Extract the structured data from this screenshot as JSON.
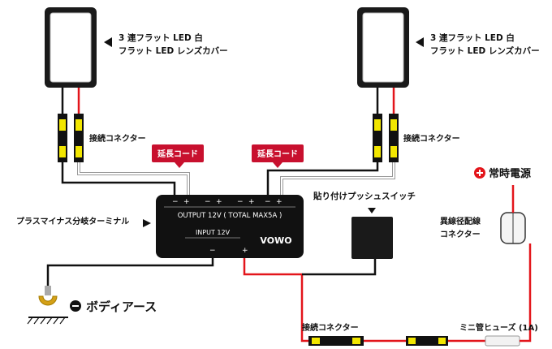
{
  "lamps": [
    {
      "line1": "3 連フラット LED 白",
      "line2": "フラット LED レンズカバー"
    },
    {
      "line1": "3 連フラット LED 白",
      "line2": "フラット LED レンズカバー"
    }
  ],
  "connector_label": "接続コネクター",
  "extension_label": "延長コード",
  "terminal": {
    "name_label": "プラスマイナス分岐ターミナル",
    "output_label": "OUTPUT 12V ( TOTAL MAX5A )",
    "input_label": "INPUT 12V",
    "brand": "VOWO",
    "polarity": {
      "minus": "−",
      "plus": "+"
    }
  },
  "switch_label": "貼り付けプッシュスイッチ",
  "power_label": "常時電源",
  "diff_connector_label": [
    "異線径配線",
    "コネクター"
  ],
  "ground_label": "ボディアース",
  "fuse_label": "ミニ管ヒューズ (1A)",
  "colors": {
    "red_wire": "#e3151b",
    "black_wire": "#111111",
    "tag_red": "#c8102e",
    "yellow_connector": "#f2e600",
    "ground_gold": "#d4a017"
  }
}
